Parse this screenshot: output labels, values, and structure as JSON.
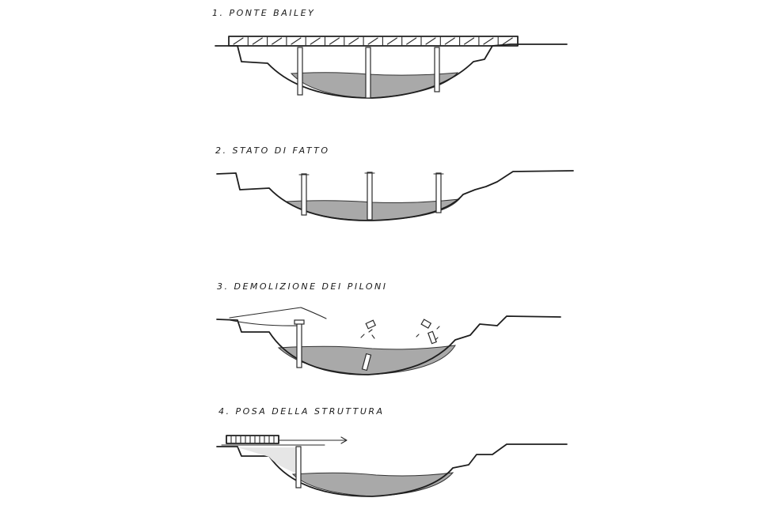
{
  "steps": [
    {
      "label": "1. PONTE BAILEY"
    },
    {
      "label": "2. STATO DI FATTO"
    },
    {
      "label": "3. DEMOLIZIONE DEI PILONI"
    },
    {
      "label": "4. POSA DELLA STRUTTURA"
    }
  ],
  "colors": {
    "water": "#a9a9a9",
    "ink": "#1e1e1e",
    "background": "#ffffff"
  }
}
